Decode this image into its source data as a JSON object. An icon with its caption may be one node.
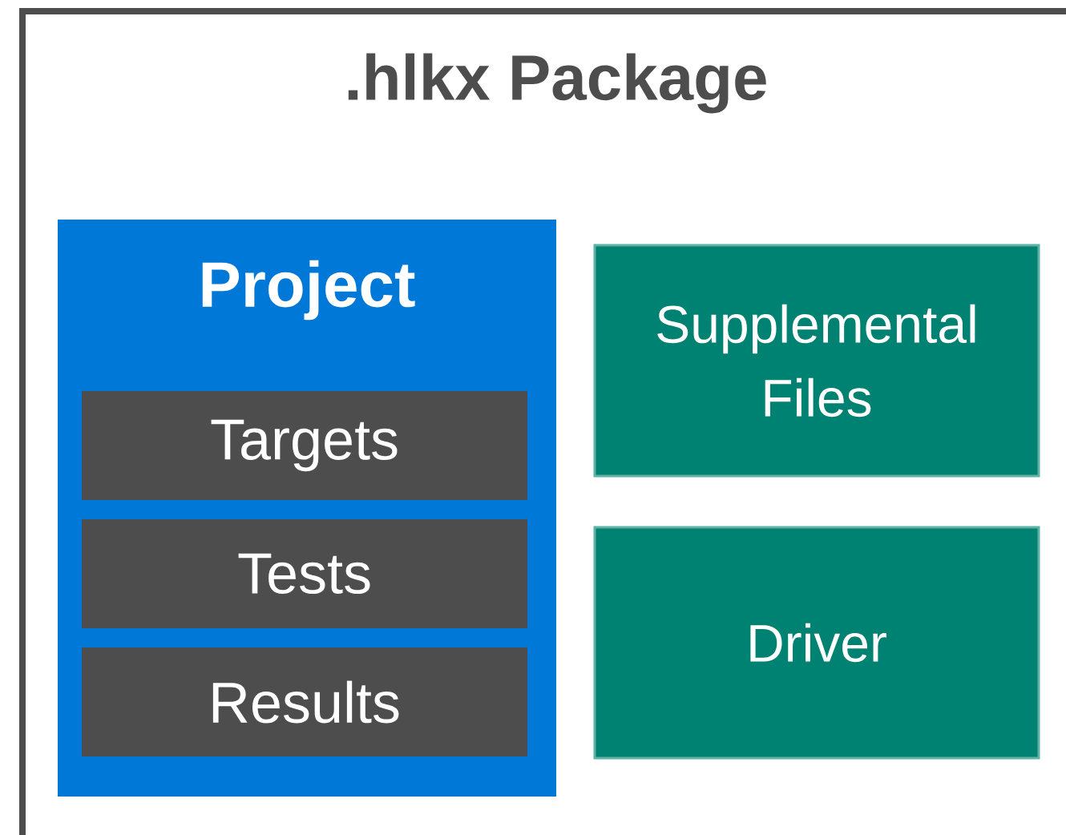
{
  "diagram": {
    "nodes": [
      {
        "text": [
          ".hlkx Package"
        ]
      },
      {
        "text": [
          "Project"
        ],
        "in": 0
      },
      {
        "text": [
          "Targets"
        ],
        "in": 1
      },
      {
        "text": [
          "Tests"
        ],
        "in": 1
      },
      {
        "text": [
          "Results"
        ],
        "in": 1
      },
      {
        "text": [
          "Supplemental Files"
        ],
        "in": 0
      },
      {
        "text": [
          "Driver"
        ],
        "in": 0
      }
    ]
  }
}
